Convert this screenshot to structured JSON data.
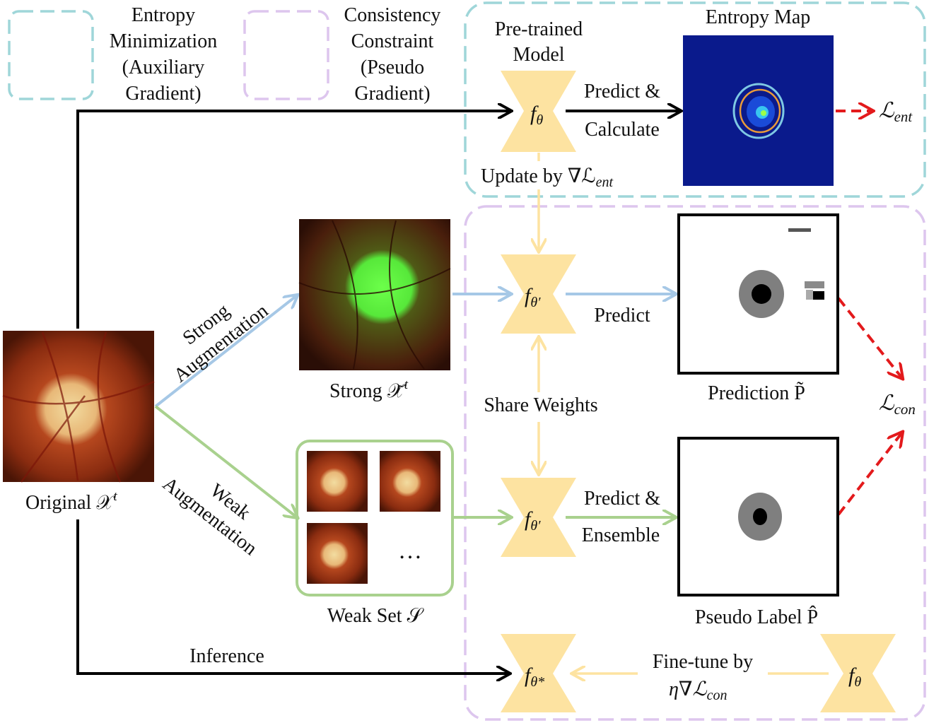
{
  "legend": {
    "entropy": [
      "Entropy",
      "Minimization",
      "(Auxiliary",
      "Gradient)"
    ],
    "consistency": [
      "Consistency",
      "Constraint",
      "(Pseudo",
      "Gradient)"
    ]
  },
  "colors": {
    "entropy_box": "#9fd6d9",
    "consistency_box": "#ddc6ee",
    "model": "#fde3a1",
    "strong_arrow": "#a6c8e6",
    "weak_arrow": "#a9d18e",
    "model_link": "#fde3a1",
    "loss_arrow": "#e31a1c",
    "main_arrow": "#000000",
    "entropy_bg": "#0a1a8c"
  },
  "top": {
    "pretrained": [
      "Pre-trained",
      "Model"
    ],
    "entropy_map": "Entropy Map",
    "predict_calc": [
      "Predict &",
      "Calculate"
    ],
    "update": "Update by ∇ℒ",
    "update_sub": "ent",
    "loss_ent": "ℒ",
    "loss_ent_sub": "ent"
  },
  "models": {
    "f": "f",
    "theta": "θ",
    "theta_prime": "θ′",
    "theta_star": "θ*"
  },
  "left": {
    "original": "Original 𝒳",
    "original_sup": "t",
    "strong_aug": [
      "Strong",
      "Augmentation"
    ],
    "weak_aug": [
      "Weak",
      "Augmentation"
    ],
    "inference": "Inference"
  },
  "middle": {
    "strong_caption": "Strong 𝒳̃",
    "strong_sup": "t",
    "weak_caption": "Weak Set 𝒮",
    "ellipsis": "…",
    "predict": "Predict",
    "share": "Share Weights",
    "predict_ens": [
      "Predict &",
      "Ensemble"
    ],
    "prediction": "Prediction P̃",
    "pseudo": "Pseudo Label P̂",
    "loss_con": "ℒ",
    "loss_con_sub": "con",
    "finetune": "Fine-tune by",
    "finetune2": "η∇ℒ",
    "finetune2_sub": "con"
  }
}
